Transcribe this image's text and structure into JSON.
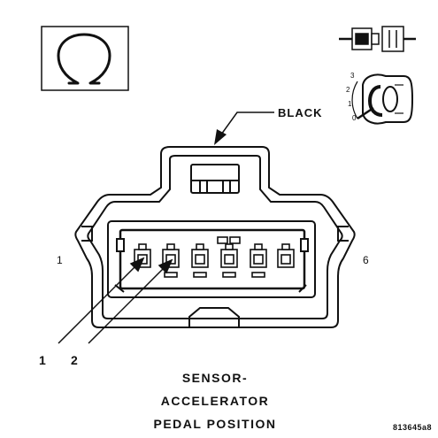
{
  "labels": {
    "wire_color": "BLACK",
    "pin_left": "1",
    "pin_right": "6",
    "callout_1": "1",
    "callout_2": "2",
    "caption_line1": "SENSOR-",
    "caption_line2": "ACCELERATOR",
    "caption_line3": "PEDAL POSITION",
    "figure_id": "813645a8"
  },
  "legend": {
    "symbol_icon": "ohm-omega-icon",
    "connector_icon": "connector-halves-icon",
    "probe_icon": "multimeter-probe-icon",
    "probe_scale": [
      "3",
      "2",
      "1",
      "0"
    ]
  },
  "colors": {
    "ink": "#111111",
    "background": "#ffffff"
  }
}
